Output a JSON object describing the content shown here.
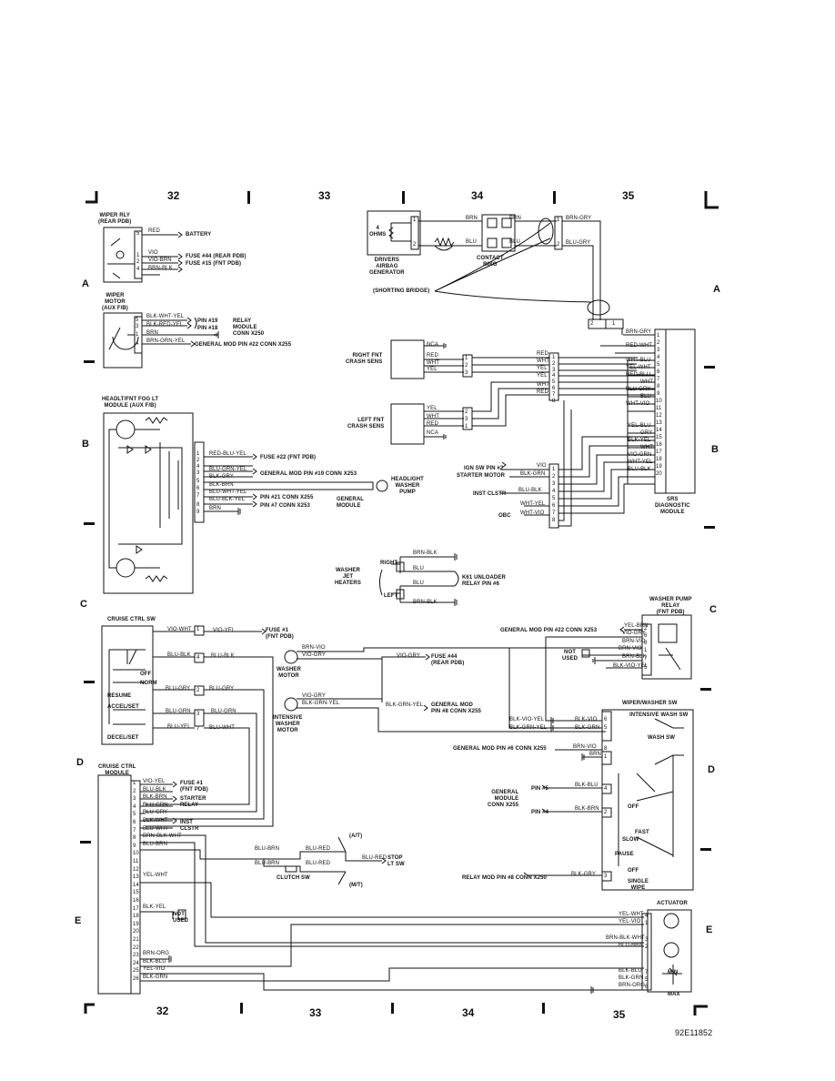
{
  "diagram": {
    "figure_id": "92E11852",
    "grid": {
      "columns": [
        "32",
        "33",
        "34",
        "35"
      ],
      "rows": [
        "A",
        "B",
        "C",
        "D",
        "E"
      ]
    },
    "components": {
      "wiper_rly": {
        "title": "WIPER RLY\n(REAR PDB)",
        "wires": [
          {
            "pin": "5",
            "color": "RED",
            "dest": "BATTERY"
          },
          {
            "pin": "1",
            "color": "VIO",
            "dest": "FUSE #44 (REAR PDB)"
          },
          {
            "pin": "2",
            "color": "VIO-BRN",
            "dest": "FUSE #15 (FNT PDB)"
          },
          {
            "pin": "4",
            "color": "BRN-BLK",
            "dest": ""
          }
        ]
      },
      "wiper_motor": {
        "title": "WIPER\nMOTOR\n(AUX F/B)",
        "wires": [
          {
            "pin": "5",
            "color": "BLK-WHT-YEL",
            "dest": "PIN #19"
          },
          {
            "pin": "3",
            "color": "BLK-RED-YEL",
            "dest": "PIN #18"
          },
          {
            "pin": "1",
            "color": "BRN",
            "dest": ""
          },
          {
            "pin": "4",
            "color": "BRN-GRN-YEL",
            "dest": "GENERAL MOD PIN #22 CONN X255"
          }
        ],
        "relay_module": "RELAY\nMODULE\nCONN X250"
      },
      "airbag": {
        "title": "DRIVERS\nAIRBAG\nGENERATOR",
        "ohms": "4\nOHMS",
        "wires": [
          "BRN",
          "BLU",
          "BRN",
          "BLU",
          "BRN-GRY",
          "BLU-GRY"
        ],
        "pins": [
          "1",
          "2",
          "1",
          "2"
        ],
        "contact_ring": "CONTACT\nRING",
        "shorting_bridge": "(SHORTING BRIDGE)"
      },
      "right_crash": {
        "title": "RIGHT FNT\nCRASH SENS",
        "pins": [
          "NCA",
          "RED",
          "WHT",
          "YEL"
        ],
        "pin_nums": [
          "1",
          "2",
          "3"
        ]
      },
      "left_crash": {
        "title": "LEFT FNT\nCRASH SENS",
        "pins": [
          "YEL",
          "WHT",
          "RED",
          "NCA"
        ],
        "pin_nums": [
          "2",
          "3",
          "1"
        ]
      },
      "srs_module": {
        "title": "SRS\nDIAGNOSTIC\nMODULE",
        "connector_pins": [
          "1",
          "2",
          "3",
          "4",
          "5",
          "6",
          "7",
          "8"
        ],
        "pins": [
          "1",
          "2",
          "3",
          "4",
          "5",
          "6",
          "7",
          "8",
          "9",
          "10",
          "11",
          "12",
          "13",
          "14",
          "15",
          "16",
          "17",
          "18",
          "19",
          "20"
        ],
        "wires": [
          "BRN-GRY",
          "RED-WHT",
          "WHT-BLU",
          "YEL-WHT",
          "RED-BLU",
          "WHT",
          "BLU-GRY",
          "BLU",
          "WHT-VIO",
          "YEL-BLU",
          "GRY",
          "BLK-YEL",
          "WHT",
          "VIO-GRN",
          "WHT-YEL",
          "BLU-BLK"
        ],
        "crash_wires": [
          "RED",
          "WHT",
          "YEL",
          "YEL",
          "WHT",
          "RED"
        ],
        "left_inputs": [
          {
            "label": "IGN SW PIN #2",
            "color": "VIO",
            "pin": "1"
          },
          {
            "label": "STARTER MOTOR",
            "color": "BLK-GRN",
            "pin": "2"
          },
          {
            "label": "INST CLSTR",
            "color": "BLU-BLK",
            "pin": "4"
          },
          {
            "label": "OBC",
            "color": "WHT-YEL",
            "pin": "6"
          },
          {
            "label": "",
            "color": "WHT-VIO",
            "pin": "7"
          }
        ],
        "lower_pins": [
          "3",
          "5",
          "8"
        ]
      },
      "headlt_module": {
        "title": "HEADLT/FNT FOG LT\nMODULE (AUX F/B)",
        "wires": [
          {
            "pin": "1",
            "color": "RED-BLU-YEL",
            "dest": "FUSE #22 (FNT PDB)"
          },
          {
            "pin": "4",
            "color": "BLU-GRN-YEL",
            "dest": ""
          },
          {
            "pin": "3",
            "color": "BLK-GRY",
            "dest": "GENERAL MOD PIN #19 CONN X253"
          },
          {
            "pin": "5",
            "color": "BLK-BRN",
            "dest": ""
          },
          {
            "pin": "6",
            "color": "BLU-WHT-YEL",
            "dest": "PIN #21 CONN X255"
          },
          {
            "pin": "7",
            "color": "BLU-BLK-YEL",
            "dest": "PIN #7 CONN X253"
          },
          {
            "pin": "9",
            "color": "BRN",
            "dest": ""
          },
          {
            "pin": "2",
            "color": "",
            "dest": ""
          },
          {
            "pin": "8",
            "color": "",
            "dest": ""
          }
        ],
        "headlight_pump": "HEADLIGHT\nWASHER\nPUMP",
        "general_module": "GENERAL\nMODULE"
      },
      "washer_jet": {
        "title": "WASHER\nJET\nHEATERS",
        "right": "RIGHT",
        "left": "LEFT",
        "wires": [
          "BRN-BLK",
          "BLU",
          "BLU",
          "BRN-BLK"
        ],
        "dest": "K61 UNLOADER\nRELAY PIN #6"
      },
      "cruise_sw": {
        "title": "CRUISE CTRL SW",
        "positions": [
          "OFF",
          "NORM",
          "RESUME",
          "ACCEL/SET",
          "DECEL/SET"
        ],
        "wires": [
          {
            "pin": "1",
            "left": "VIO-WHT",
            "right": "VIO-YEL"
          },
          {
            "pin": "4",
            "left": "BLU-BLK",
            "right": "BLU-BLK"
          },
          {
            "pin": "2",
            "left": "BLU-GRY",
            "right": "BLU-GRY"
          },
          {
            "pin": "3",
            "left": "BLU-GRN",
            "right": "BLU-GRN"
          },
          {
            "pin": "7",
            "left": "BLU-YEL",
            "right": "BLU-WHT"
          }
        ],
        "fuse": "FUSE #1\n(FNT PDB)"
      },
      "washer_motor": {
        "title": "WASHER\nMOTOR",
        "wires": [
          "BRN-VIO",
          "VIO-GRY"
        ],
        "fuse_wire": "VIO-GRY",
        "fuse": "FUSE #44\n(REAR PDB)"
      },
      "intensive_motor": {
        "title": "INTENSIVE\nWASHER\nMOTOR",
        "wires": [
          "VIO-GRY",
          "BLK-GRN-YEL"
        ],
        "dest_wire": "BLK-GRN-YEL",
        "dest": "GENERAL MOD\nPIN #8 CONN X255"
      },
      "pump_relay": {
        "title": "WASHER PUMP\nRELAY\n(FNT PDB)",
        "general_mod": "GENERAL MOD PIN #22 CONN X253",
        "not_used": "NOT\nUSED",
        "wires": [
          {
            "pin": "2",
            "color": "YEL-BRN"
          },
          {
            "pin": "6",
            "color": "VIO-GRY"
          },
          {
            "pin": "8",
            "color": "BRN-VIO"
          },
          {
            "pin": "1",
            "color": "BRN-VIO"
          },
          {
            "pin": "7",
            "color": "BRN-BLK"
          },
          {
            "pin": "5",
            "color": "BLK-VIO-YEL"
          }
        ]
      },
      "wiper_washer_sw": {
        "title": "WIPER/WASHER SW",
        "positions": [
          "INTENSIVE WASH SW",
          "WASH SW",
          "OFF",
          "FAST",
          "SLOW",
          "PAUSE",
          "OFF",
          "SINGLE\nWIPE"
        ],
        "inputs": [
          {
            "left": "BLK-VIO-YEL",
            "color": "BLK-VIO",
            "pin": "6"
          },
          {
            "left": "BLK-GRN-YEL",
            "color": "BLK-GRN",
            "pin": "5"
          },
          {
            "left": "GENERAL MOD PIN #6 CONN X255",
            "color": "BRN-VIO",
            "pin": "8"
          },
          {
            "left": "",
            "color": "BRN",
            "pin": "1"
          },
          {
            "left": "PIN #5",
            "color": "BLK-BLU",
            "pin": "4"
          },
          {
            "left": "PIN #4",
            "color": "BLK-BRN",
            "pin": "2"
          },
          {
            "left": "RELAY MOD PIN #8 CONN X250",
            "color": "BLK-GRY",
            "pin": "3"
          }
        ],
        "general_module": "GENERAL\nMODULE\nCONN X255"
      },
      "cruise_module": {
        "title": "CRUISE CTRL\nMODULE",
        "pins": [
          "1",
          "2",
          "3",
          "4",
          "5",
          "6",
          "7",
          "8",
          "9",
          "10",
          "11",
          "12",
          "13",
          "14",
          "15",
          "16",
          "17",
          "18",
          "19",
          "20",
          "21",
          "22",
          "23",
          "24",
          "25",
          "26"
        ],
        "wires": [
          {
            "pin": "1",
            "color": "VIO-YEL",
            "dest": "FUSE #1\n(FNT PDB)"
          },
          {
            "pin": "2",
            "color": "BLU-BLK",
            "dest": ""
          },
          {
            "pin": "3",
            "color": "BLK-BRN",
            "dest": "STARTER\nRELAY"
          },
          {
            "pin": "4",
            "color": "BLU-GRN",
            "dest": ""
          },
          {
            "pin": "5",
            "color": "BLU-GRY",
            "dest": ""
          },
          {
            "pin": "6",
            "color": "BLK-WHT",
            "dest": "INST\nCLSTR"
          },
          {
            "pin": "7",
            "color": "BLU-WHT",
            "dest": ""
          },
          {
            "pin": "8",
            "color": "BRN-BLK-WHT",
            "dest": ""
          },
          {
            "pin": "9",
            "color": "BLU-BRN",
            "dest": ""
          },
          {
            "pin": "13",
            "color": "YEL-WHT",
            "dest": ""
          },
          {
            "pin": "17",
            "color": "BLK-YEL",
            "dest": "NOT\nUSED"
          },
          {
            "pin": "23",
            "color": "BRN-ORG",
            "dest": ""
          },
          {
            "pin": "24",
            "color": "BLK-BLU",
            "dest": ""
          },
          {
            "pin": "25",
            "color": "YEL-VIO",
            "dest": ""
          },
          {
            "pin": "26",
            "color": "BLK-GRN",
            "dest": ""
          }
        ]
      },
      "clutch_sw": {
        "title": "CLUTCH SW",
        "wires": [
          "BLU-BRN",
          "BLU-BRN",
          "BLU-RED",
          "BLU-RED",
          "BLU-RED"
        ],
        "at": "(A/T)",
        "mt": "(M/T)",
        "dest": "STOP\nLT SW"
      },
      "actuator": {
        "title": "ACTUATOR",
        "wires": [
          {
            "color": "YEL-WHT",
            "pin": "4"
          },
          {
            "color": "YEL-VIO",
            "pin": "1"
          },
          {
            "color": "BRN-BLK-WHT",
            "pin": "3"
          },
          {
            "color": "BLU-BRN",
            "pin": "2"
          },
          {
            "color": "BLK-BLU",
            "pin": "7"
          },
          {
            "color": "BLK-GRN",
            "pin": "5"
          },
          {
            "color": "BRN-ORG",
            "pin": "6"
          }
        ],
        "min": "MIN",
        "max": "MAX"
      }
    }
  }
}
